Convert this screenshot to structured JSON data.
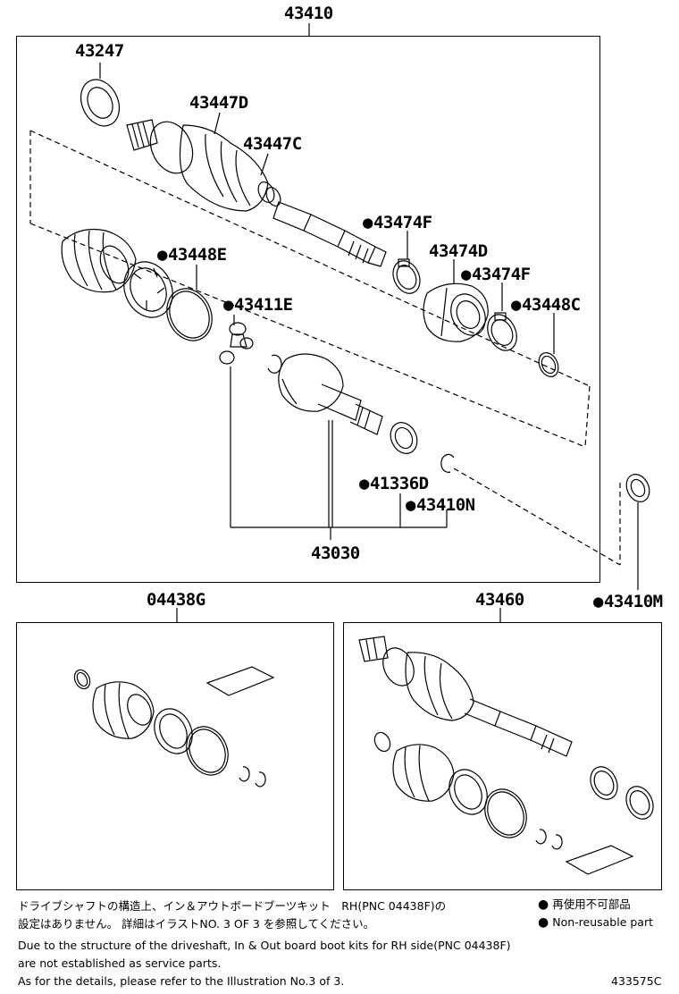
{
  "labels": {
    "assembly_main": "43410",
    "p43247": "43247",
    "p43447D": "43447D",
    "p43447C": "43447C",
    "p43474F_a": "43474F",
    "p43474D": "43474D",
    "p43474F_b": "43474F",
    "p43448E": "43448E",
    "p43448C": "43448C",
    "p43411E": "43411E",
    "p41336D": "41336D",
    "p43410N": "43410N",
    "p43030": "43030",
    "p43410M": "43410M",
    "kit_left": "04438G",
    "kit_right": "43460"
  },
  "non_reusable": [
    "43474F",
    "43474F",
    "43448E",
    "43448C",
    "43411E",
    "41336D",
    "43410N",
    "43410M"
  ],
  "notes": {
    "jp_line1": "ドライブシャフトの構造上、イン＆アウトボードブーツキット　RH(PNC 04438F)の",
    "jp_line2": "設定はありません。 詳細はイラストNO. 3 OF 3 を参照してください。",
    "en_line1": "Due to the structure of the driveshaft, In & Out board boot kits for RH side(PNC 04438F)",
    "en_line2": "are not established as service parts.",
    "en_line3": "As for the details, please refer to the Illustration No.3 of 3."
  },
  "legend": {
    "jp": "再使用不可部品",
    "en": "Non-reusable part"
  },
  "figure_id": "433575C"
}
